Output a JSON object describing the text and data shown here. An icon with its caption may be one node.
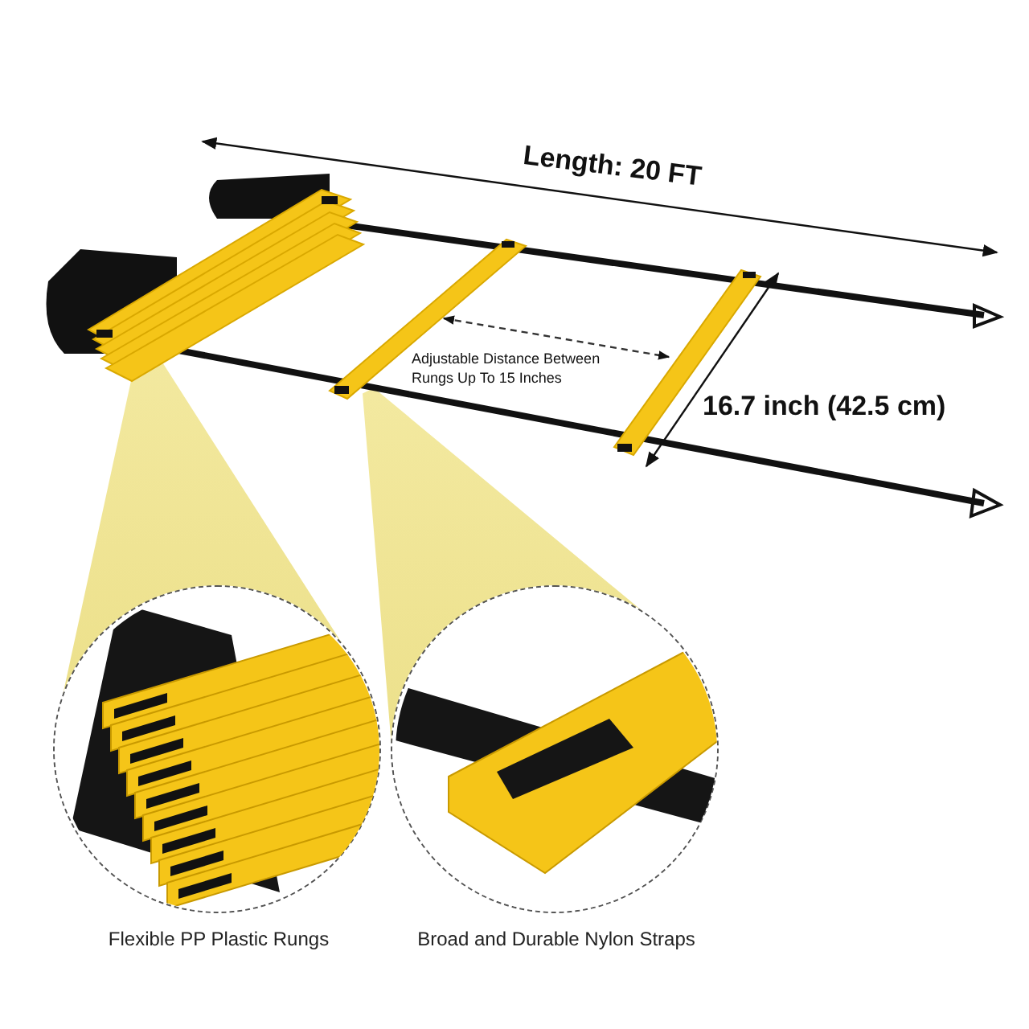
{
  "diagram": {
    "nodes": [
      {
        "text": [
          "Flexible PP Plastic Rungs"
        ]
      },
      {
        "text": [
          "Broad and Durable Nylon Straps"
        ]
      }
    ],
    "labels": [
      "Length: 20 FT",
      "Adjustable Distance Between Rungs Up To 15 Inches",
      "16.7 inch (42.5 cm)"
    ]
  }
}
